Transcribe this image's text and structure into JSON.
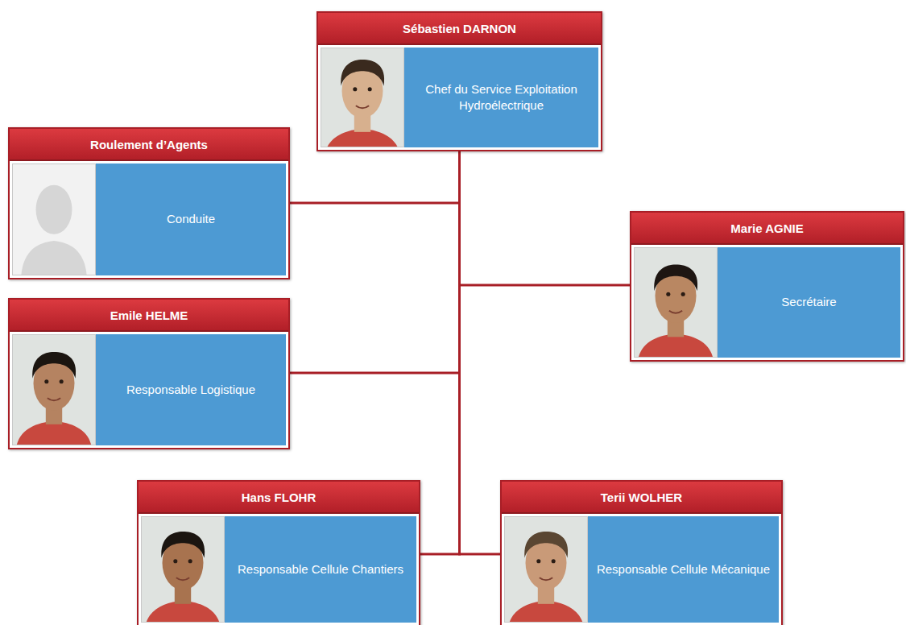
{
  "diagram": {
    "nodes": [
      {
        "text": [
          "Sébastien DARNON",
          "Chef du Service Exploitation Hydroélectrique"
        ]
      },
      {
        "text": [
          "Roulement d’Agents",
          "Conduite"
        ]
      },
      {
        "text": [
          "Marie AGNIE",
          "Secrétaire"
        ]
      },
      {
        "text": [
          "Emile HELME",
          "Responsable Logistique"
        ]
      },
      {
        "text": [
          "Hans FLOHR",
          "Responsable Cellule Chantiers"
        ]
      },
      {
        "text": [
          "Terii WOLHER",
          "Responsable Cellule Mécanique"
        ]
      }
    ],
    "edges": [
      {
        "from": 0,
        "to": 1,
        "arrow": "none"
      },
      {
        "from": 0,
        "to": 2,
        "arrow": "none"
      },
      {
        "from": 0,
        "to": 3,
        "arrow": "none"
      },
      {
        "from": 0,
        "to": 4,
        "arrow": "none"
      },
      {
        "from": 0,
        "to": 5,
        "arrow": "none"
      }
    ]
  }
}
